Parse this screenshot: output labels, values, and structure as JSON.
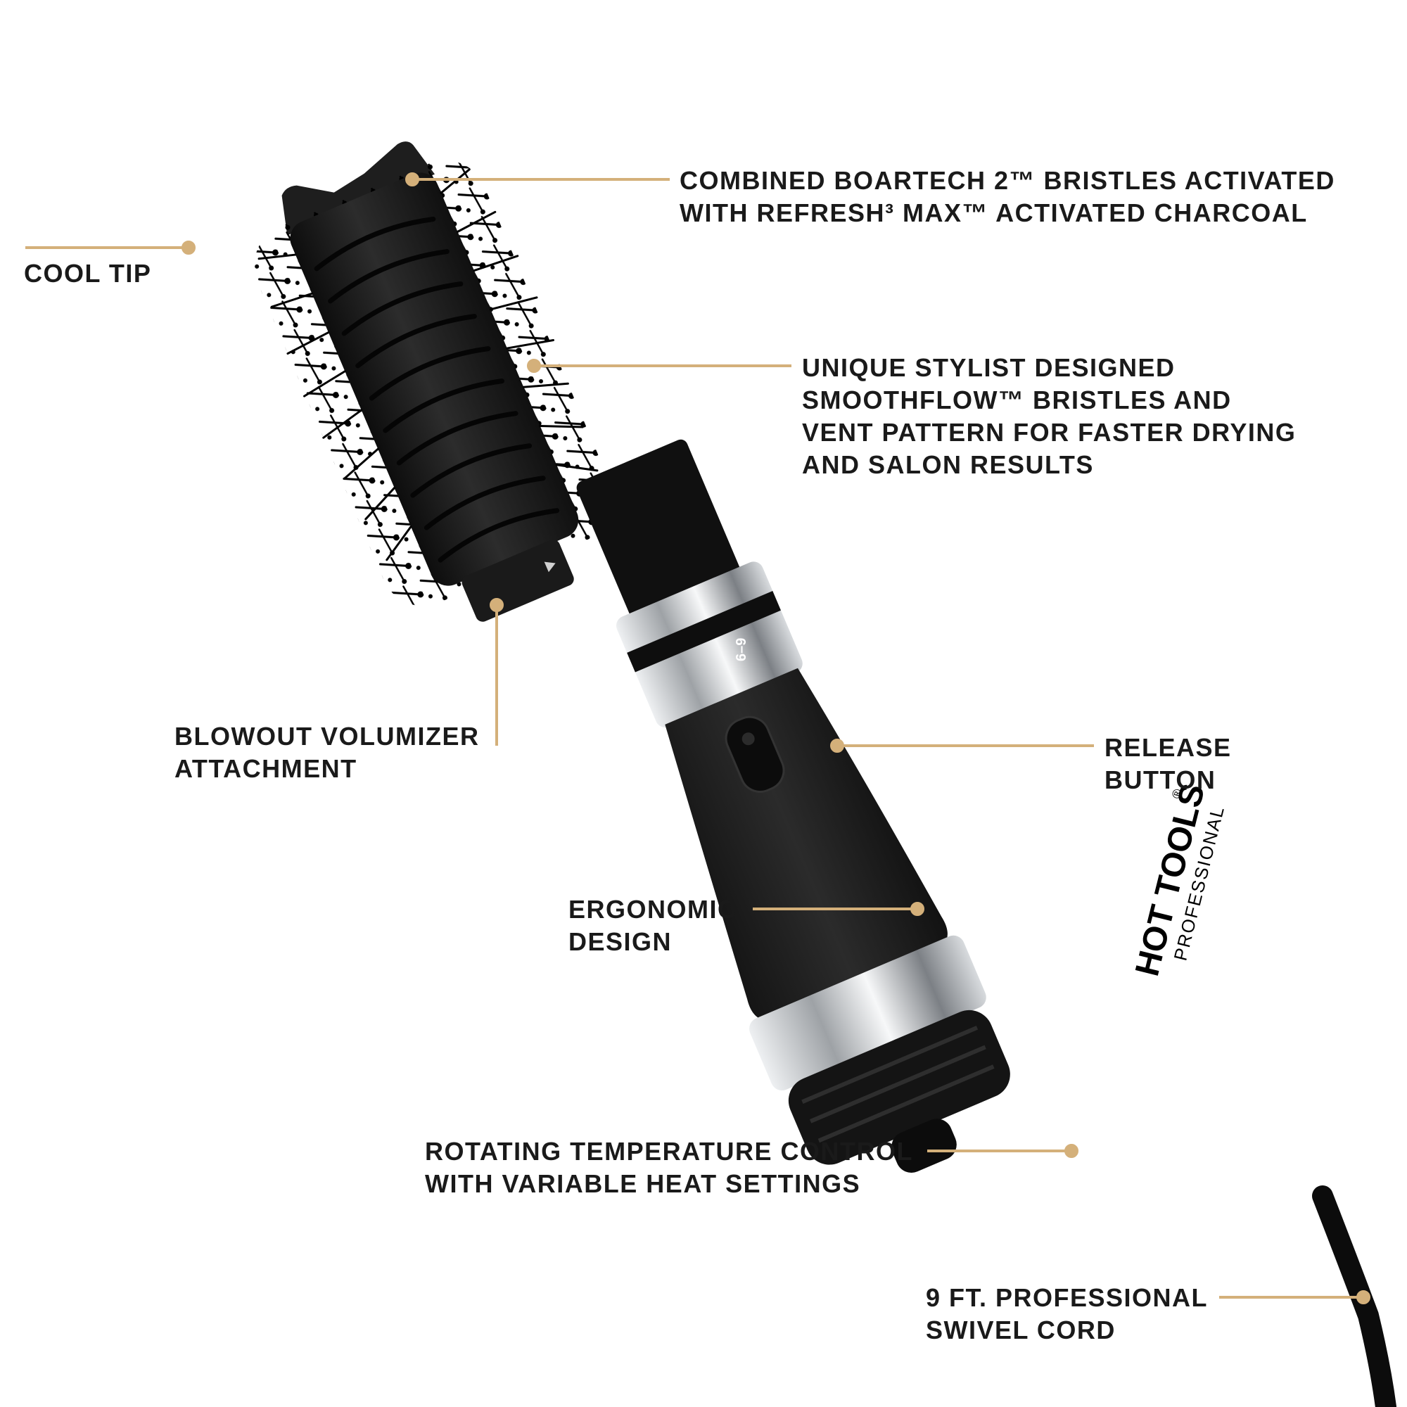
{
  "palette": {
    "background": "#ffffff",
    "text": "#1a1a1a",
    "leader_line": "#d4b07a",
    "product_black": "#1b1b1b",
    "chrome": "#b9bcc0"
  },
  "brand": {
    "logo": "HOT TOOLS",
    "registered": "®",
    "sub": "PROFESSIONAL"
  },
  "dial_marking": "6–9",
  "callouts": {
    "cool_tip": [
      "COOL TIP"
    ],
    "bristles": [
      "COMBINED BOARTECH 2™ BRISTLES ACTIVATED",
      "WITH REFRESH³ MAX™ ACTIVATED CHARCOAL"
    ],
    "smoothflow": [
      "UNIQUE STYLIST DESIGNED",
      "SMOOTHFLOW™ BRISTLES AND",
      "VENT PATTERN FOR FASTER DRYING",
      "AND SALON RESULTS"
    ],
    "attachment": [
      "BLOWOUT VOLUMIZER",
      "ATTACHMENT"
    ],
    "release": [
      "RELEASE",
      "BUTTON"
    ],
    "ergonomic": [
      "ERGONOMIC",
      "DESIGN"
    ],
    "temperature": [
      "ROTATING TEMPERATURE CONTROL",
      "WITH VARIABLE HEAT SETTINGS"
    ],
    "cord": [
      "9 FT. PROFESSIONAL",
      "SWIVEL CORD"
    ]
  }
}
